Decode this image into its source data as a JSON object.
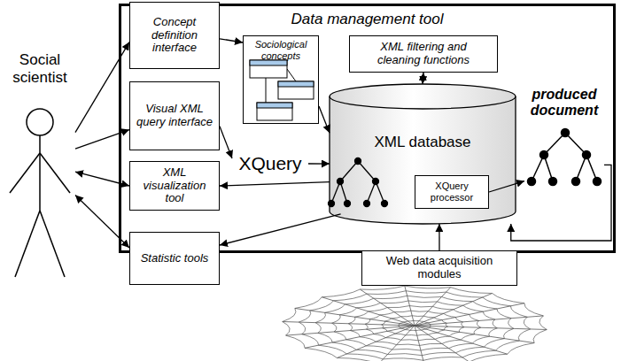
{
  "diagram": {
    "nodes": [
      {
        "text": [
          "Social scientist"
        ]
      },
      {
        "text": [
          "Concept definition interface"
        ]
      },
      {
        "text": [
          "Data management tool"
        ]
      },
      {
        "text": [
          "Sociological concepts"
        ],
        "in": 2
      },
      {
        "text": [
          "XML filtering and cleaning functions"
        ],
        "in": 2
      },
      {
        "text": [
          "Visual XML query interface"
        ]
      },
      {
        "text": [
          "XQuery"
        ],
        "in": 2
      },
      {
        "text": [
          "XML database"
        ],
        "in": 2
      },
      {
        "text": [
          "XQuery processor"
        ],
        "in": 7
      },
      {
        "text": [
          "produced document"
        ],
        "in": 2
      },
      {
        "text": [
          "XML visualization tool"
        ]
      },
      {
        "text": [
          "Statistic tools"
        ]
      },
      {
        "text": [
          "Web data acquisition modules"
        ]
      }
    ],
    "edges": [
      {
        "from": 0,
        "to": 1,
        "arrow": "to"
      },
      {
        "from": 0,
        "to": 5,
        "arrow": "to"
      },
      {
        "from": 0,
        "to": 10,
        "arrow": "both"
      },
      {
        "from": 0,
        "to": 11,
        "arrow": "both"
      },
      {
        "from": 1,
        "to": 3,
        "arrow": "to"
      },
      {
        "from": 3,
        "to": 7,
        "arrow": "to"
      },
      {
        "from": 4,
        "to": 7,
        "arrow": "both"
      },
      {
        "from": 5,
        "to": 6,
        "arrow": "to"
      },
      {
        "from": 6,
        "to": 7,
        "arrow": "to"
      },
      {
        "from": 7,
        "to": 10,
        "arrow": "to"
      },
      {
        "from": 7,
        "to": 11,
        "arrow": "to"
      },
      {
        "from": 8,
        "to": 9,
        "arrow": "to"
      },
      {
        "from": 9,
        "to": 7,
        "arrow": "to"
      },
      {
        "from": 12,
        "to": 7,
        "arrow": "to"
      }
    ]
  }
}
